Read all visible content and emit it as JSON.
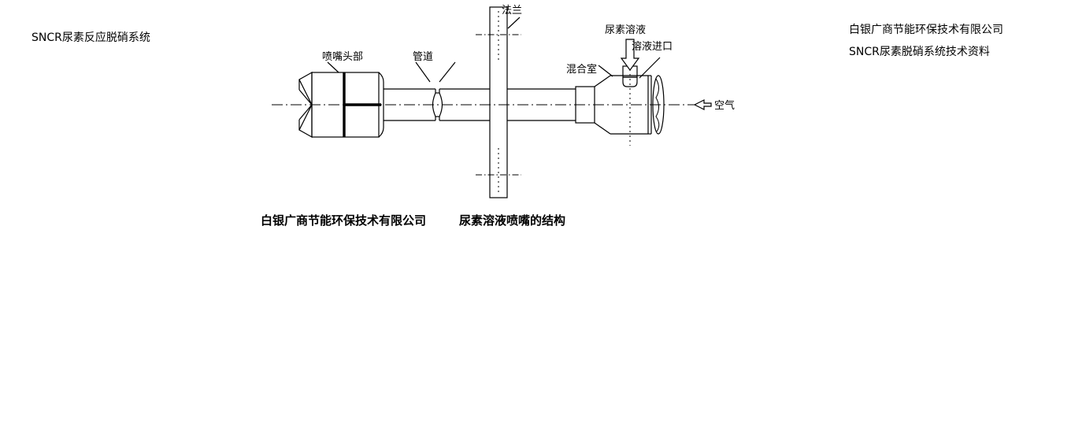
{
  "page": {
    "background_color": "#ffffff",
    "line_color": "#000000"
  },
  "header": {
    "title_left": "SNCR尿素反应脱硝系统",
    "company_line_1": "白银广商节能环保技术有限公司",
    "company_line_2": "SNCR尿素脱硝系统技术资料"
  },
  "caption": {
    "company": "白银广商节能环保技术有限公司",
    "figure_title": "尿素溶液喷嘴的结构"
  },
  "diagram": {
    "name": "urea-solution-nozzle-assembly",
    "labels": {
      "nozzle_head": "喷嘴头部",
      "pipe": "管道",
      "flange": "法兰",
      "mixing_chamber": "混合室",
      "urea_solution": "尿素溶液",
      "solution_inlet": "溶液进口",
      "air": "空气"
    },
    "flow_arrows": {
      "urea_solution_direction": "down",
      "air_direction": "left"
    }
  }
}
